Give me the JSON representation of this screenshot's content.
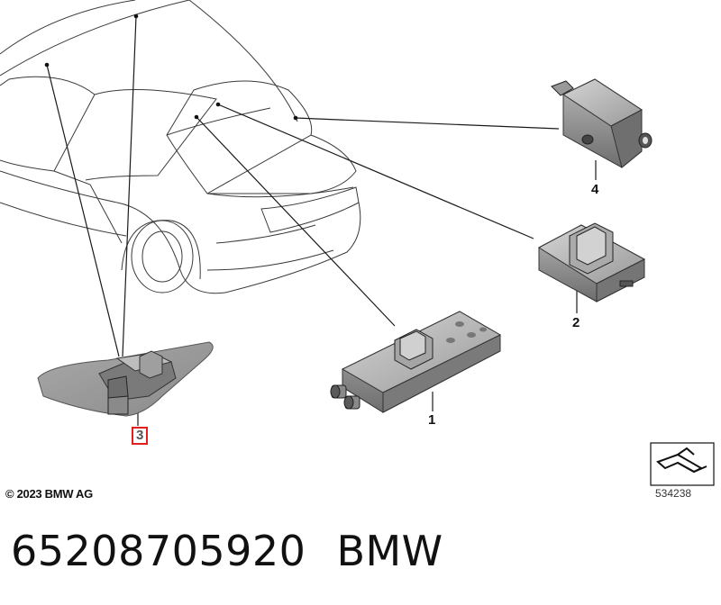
{
  "diagram": {
    "callouts": {
      "c1": "1",
      "c2": "2",
      "c3": "3",
      "c4": "4"
    },
    "copyright": "© 2023 BMW AG",
    "diagram_number": "534238"
  },
  "footer": {
    "part_number": "65208705920",
    "brand": "BMW"
  },
  "colors": {
    "highlight_border": "#e02020",
    "part_fill": "#8e8e8e",
    "line": "#1a1a1a"
  }
}
